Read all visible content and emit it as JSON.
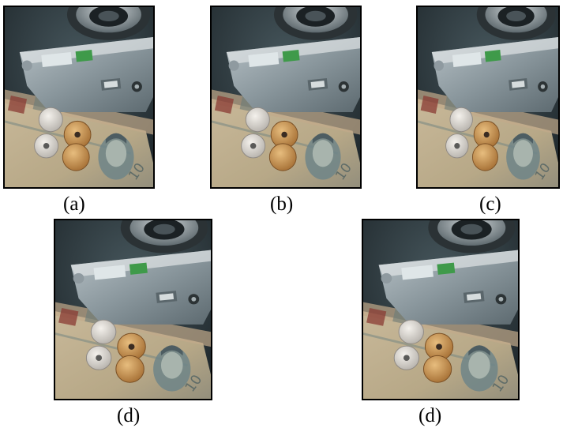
{
  "figure": {
    "panels": [
      {
        "caption": "(a)",
        "description": "photo of camera with yen banknote and coins"
      },
      {
        "caption": "(b)",
        "description": "photo of camera with yen banknote and coins"
      },
      {
        "caption": "(c)",
        "description": "photo of camera with yen banknote and coins"
      },
      {
        "caption": "(d)",
        "description": "photo of camera with yen banknote and coins"
      },
      {
        "caption": "(d)",
        "description": "photo of camera with yen banknote and coins"
      }
    ]
  }
}
